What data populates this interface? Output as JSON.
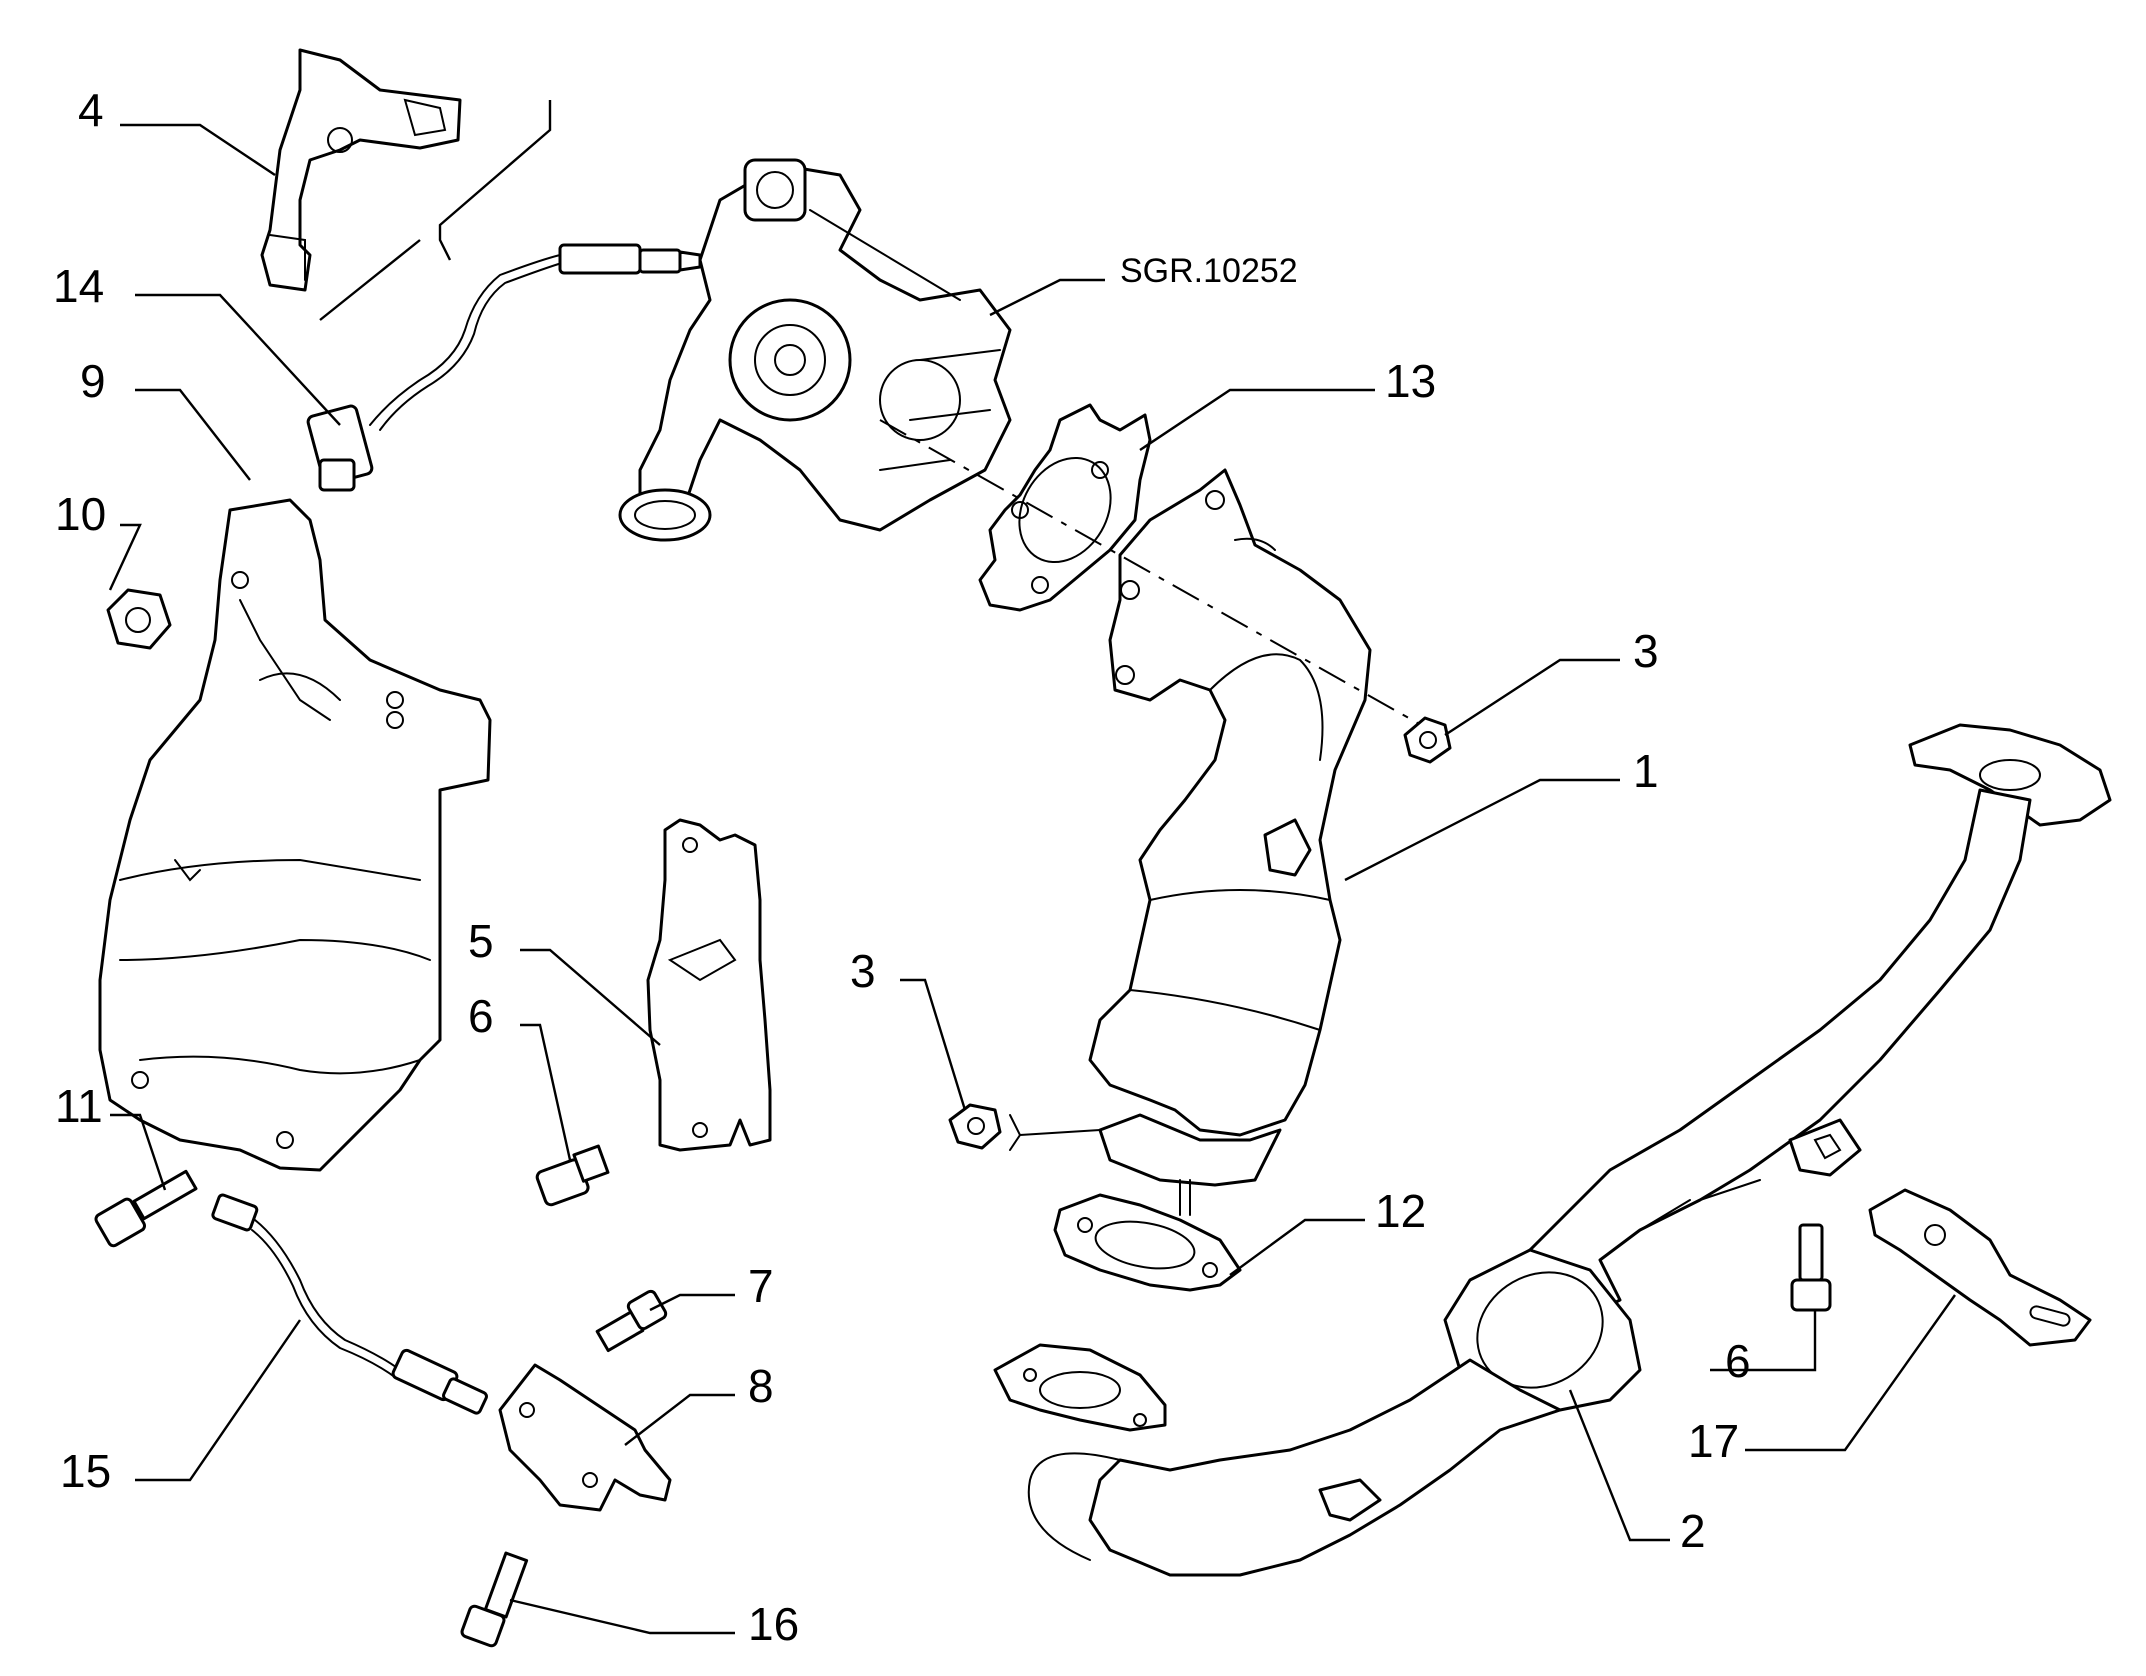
{
  "diagram": {
    "reference": "SGR.10252",
    "callouts": {
      "c1": "1",
      "c2": "2",
      "c3a": "3",
      "c3b": "3",
      "c4": "4",
      "c5": "5",
      "c6a": "6",
      "c6b": "6",
      "c7": "7",
      "c8": "8",
      "c9": "9",
      "c10": "10",
      "c11": "11",
      "c12": "12",
      "c13": "13",
      "c14": "14",
      "c15": "15",
      "c16": "16",
      "c17": "17"
    }
  }
}
